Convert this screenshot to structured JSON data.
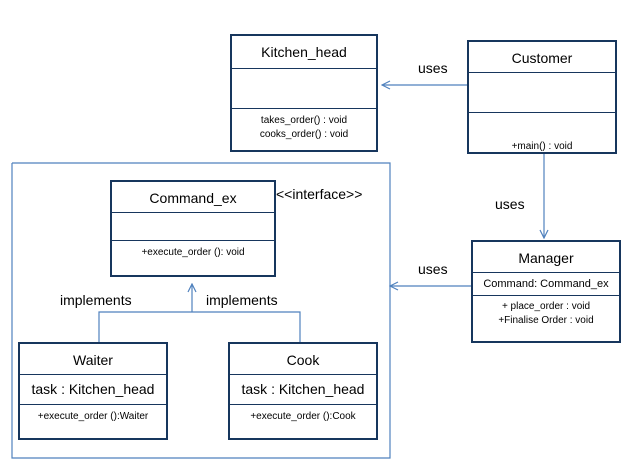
{
  "classes": {
    "kitchen_head": {
      "name": "Kitchen_head",
      "methods": [
        "takes_order() : void",
        "cooks_order() : void"
      ]
    },
    "customer": {
      "name": "Customer",
      "methods": [
        "+main() : void"
      ]
    },
    "command_ex": {
      "name": "Command_ex",
      "methods": [
        "+execute_order (): void"
      ]
    },
    "manager": {
      "name": "Manager",
      "attribute": "Command: Command_ex",
      "methods": [
        "+ place_order : void",
        "+Finalise Order : void"
      ]
    },
    "waiter": {
      "name": "Waiter",
      "attribute": "task : Kitchen_head",
      "methods": [
        "+execute_order ():Waiter"
      ]
    },
    "cook": {
      "name": "Cook",
      "attribute": "task : Kitchen_head",
      "methods": [
        "+execute_order ():Cook"
      ]
    }
  },
  "labels": {
    "interface": "<<interface>>",
    "uses_top": "uses",
    "uses_middle": "uses",
    "uses_manager": "uses",
    "implements_left": "implements",
    "implements_right": "implements"
  },
  "colors": {
    "line": "#4f81bd",
    "border": "#17365d"
  }
}
